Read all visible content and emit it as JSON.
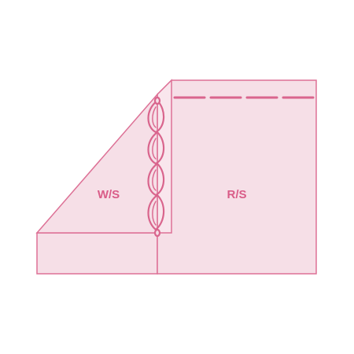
{
  "colors": {
    "background": "#ffffff",
    "fabric_fill": "#f6dfe7",
    "fabric_fill_light": "#fae9ef",
    "outline": "#dd7196",
    "stitch": "#d9658d",
    "label": "#d95c88"
  },
  "labels": {
    "wrong_side": "W/S",
    "right_side": "R/S"
  },
  "stitches": {
    "running_stitch_dashes": 4,
    "chain_loops": 4
  }
}
